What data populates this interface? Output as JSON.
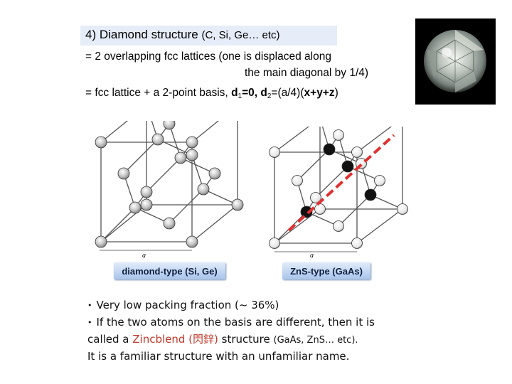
{
  "title": {
    "main": "4) Diamond structure",
    "paren": "(C, Si, Ge… etc)"
  },
  "line1": "= 2 overlapping fcc lattices  (one is displaced along",
  "line2": "the main diagonal by 1/4)",
  "line3": {
    "prefix": "= fcc lattice + a 2-point basis, ",
    "d": "d",
    "sub1": "1",
    "eq1": "=0, ",
    "sub2": "2",
    "eq2": "=(a/4)(",
    "vec": "x+y+z",
    "close": ")"
  },
  "captions": {
    "left": "diamond-type (Si, Ge)",
    "right": "ZnS-type (GaAs)"
  },
  "axis_label": "a",
  "bullets": {
    "b1": "Very low packing fraction (~ 36%)",
    "b2": "If the two atoms on the basis are different, then it is",
    "b3_pre": "called a ",
    "b3_red": "Zincblend (閃鋅)",
    "b3_mid": " structure ",
    "b3_small": "(GaAs, ZnS… etc).",
    "b4": "It is a familiar structure with an unfamiliar name."
  },
  "bullet_glyph": "•",
  "colors": {
    "title_bg": "#e6ecf8",
    "accent_red": "#c0392b",
    "caption_text": "#102040",
    "diagonal": "#e03030"
  }
}
